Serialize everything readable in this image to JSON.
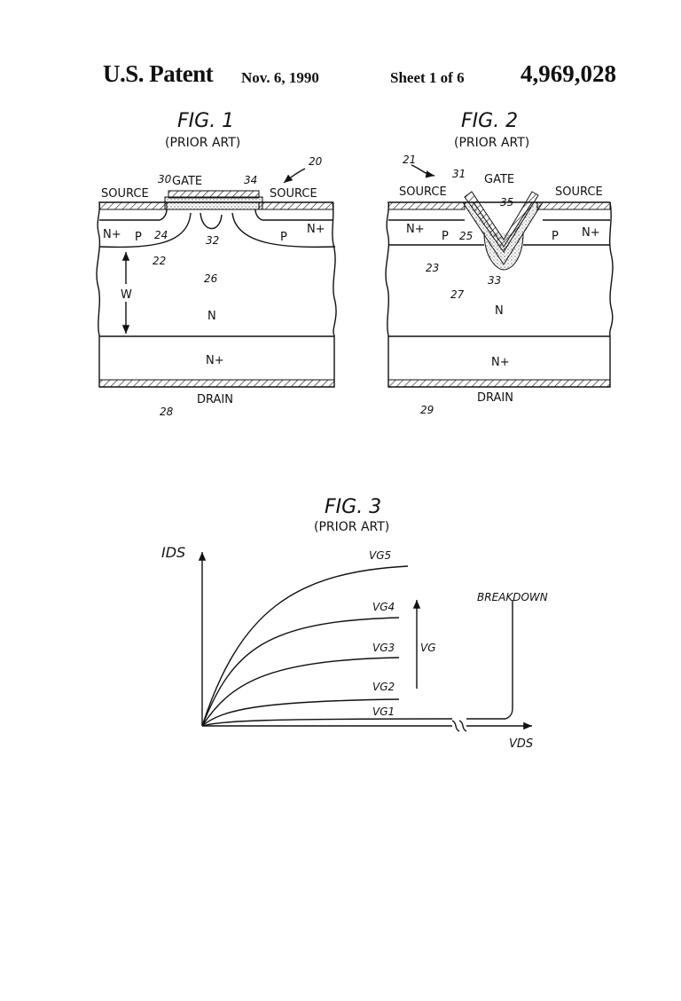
{
  "header": {
    "title": "U.S. Patent",
    "date": "Nov. 6, 1990",
    "sheet": "Sheet 1 of 6",
    "patent_number": "4,969,028"
  },
  "fig1": {
    "title": "FIG. 1",
    "subtitle": "(PRIOR ART)",
    "labels": {
      "gate": "GATE",
      "source_left": "SOURCE",
      "source_right": "SOURCE",
      "n_plus_left": "N+",
      "n_plus_right": "N+",
      "p_left": "P",
      "p_right": "P",
      "n_region": "N",
      "n_plus_substrate": "N+",
      "drain": "DRAIN",
      "width": "W"
    },
    "refs": {
      "r20": "20",
      "r30": "30",
      "r34": "34",
      "r24": "24",
      "r22": "22",
      "r32": "32",
      "r26": "26",
      "r28": "28"
    }
  },
  "fig2": {
    "title": "FIG. 2",
    "subtitle": "(PRIOR ART)",
    "labels": {
      "gate": "GATE",
      "source_left": "SOURCE",
      "source_right": "SOURCE",
      "n_plus_left": "N+",
      "n_plus_right": "N+",
      "p_left": "P",
      "p_right": "P",
      "n_region": "N",
      "n_plus_substrate": "N+",
      "drain": "DRAIN"
    },
    "refs": {
      "r21": "21",
      "r31": "31",
      "r35": "35",
      "r25": "25",
      "r23": "23",
      "r33": "33",
      "r27": "27",
      "r29": "29"
    }
  },
  "fig3": {
    "title": "FIG. 3",
    "subtitle": "(PRIOR ART)",
    "y_label": "IDS",
    "x_label": "VDS",
    "vg_label": "VG",
    "breakdown_label": "BREAKDOWN",
    "curve_labels": [
      "VG5",
      "VG4",
      "VG3",
      "VG2",
      "VG1"
    ]
  }
}
